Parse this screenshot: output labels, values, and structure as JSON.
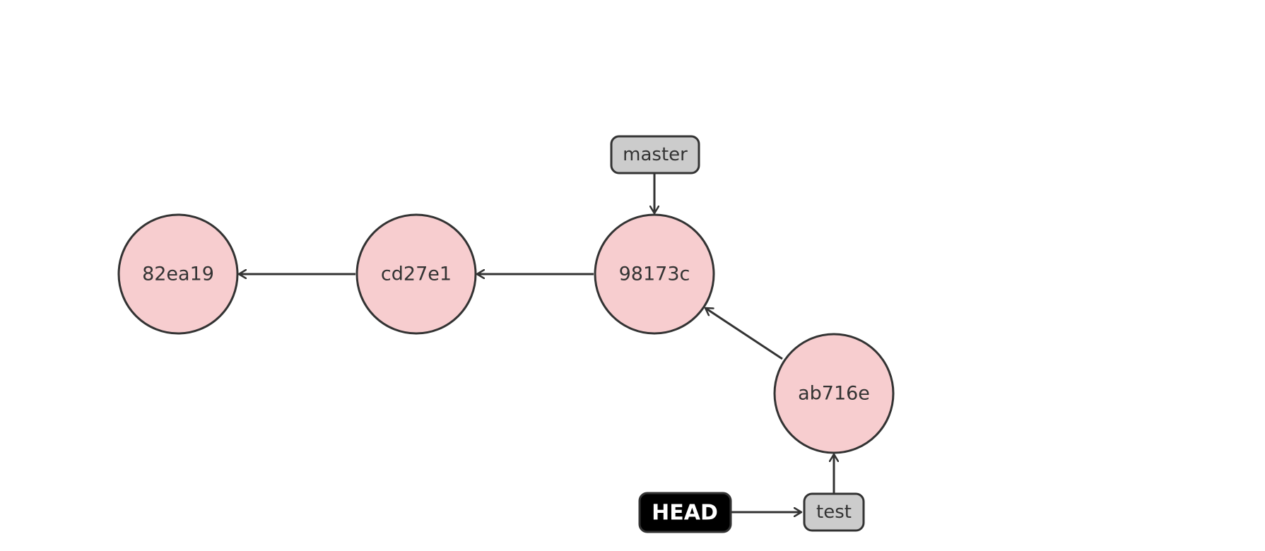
{
  "commits": [
    {
      "id": "82ea19",
      "label": "82ea19"
    },
    {
      "id": "cd27e1",
      "label": "cd27e1"
    },
    {
      "id": "98173c",
      "label": "98173c"
    },
    {
      "id": "ab716e",
      "label": "ab716e"
    }
  ],
  "branches": [
    {
      "id": "master",
      "label": "master",
      "points_to": "98173c"
    },
    {
      "id": "test",
      "label": "test",
      "points_to": "ab716e"
    }
  ],
  "head": {
    "label": "HEAD",
    "points_to": "test"
  },
  "parent_links": [
    {
      "from": "cd27e1",
      "to": "82ea19"
    },
    {
      "from": "98173c",
      "to": "cd27e1"
    },
    {
      "from": "ab716e",
      "to": "98173c"
    }
  ],
  "colors": {
    "commit_fill": "#f7cdcf",
    "stroke": "#333333",
    "branch_fill": "#cccccc",
    "head_fill": "#000000",
    "head_text": "#ffffff",
    "background": "#ffffff"
  }
}
